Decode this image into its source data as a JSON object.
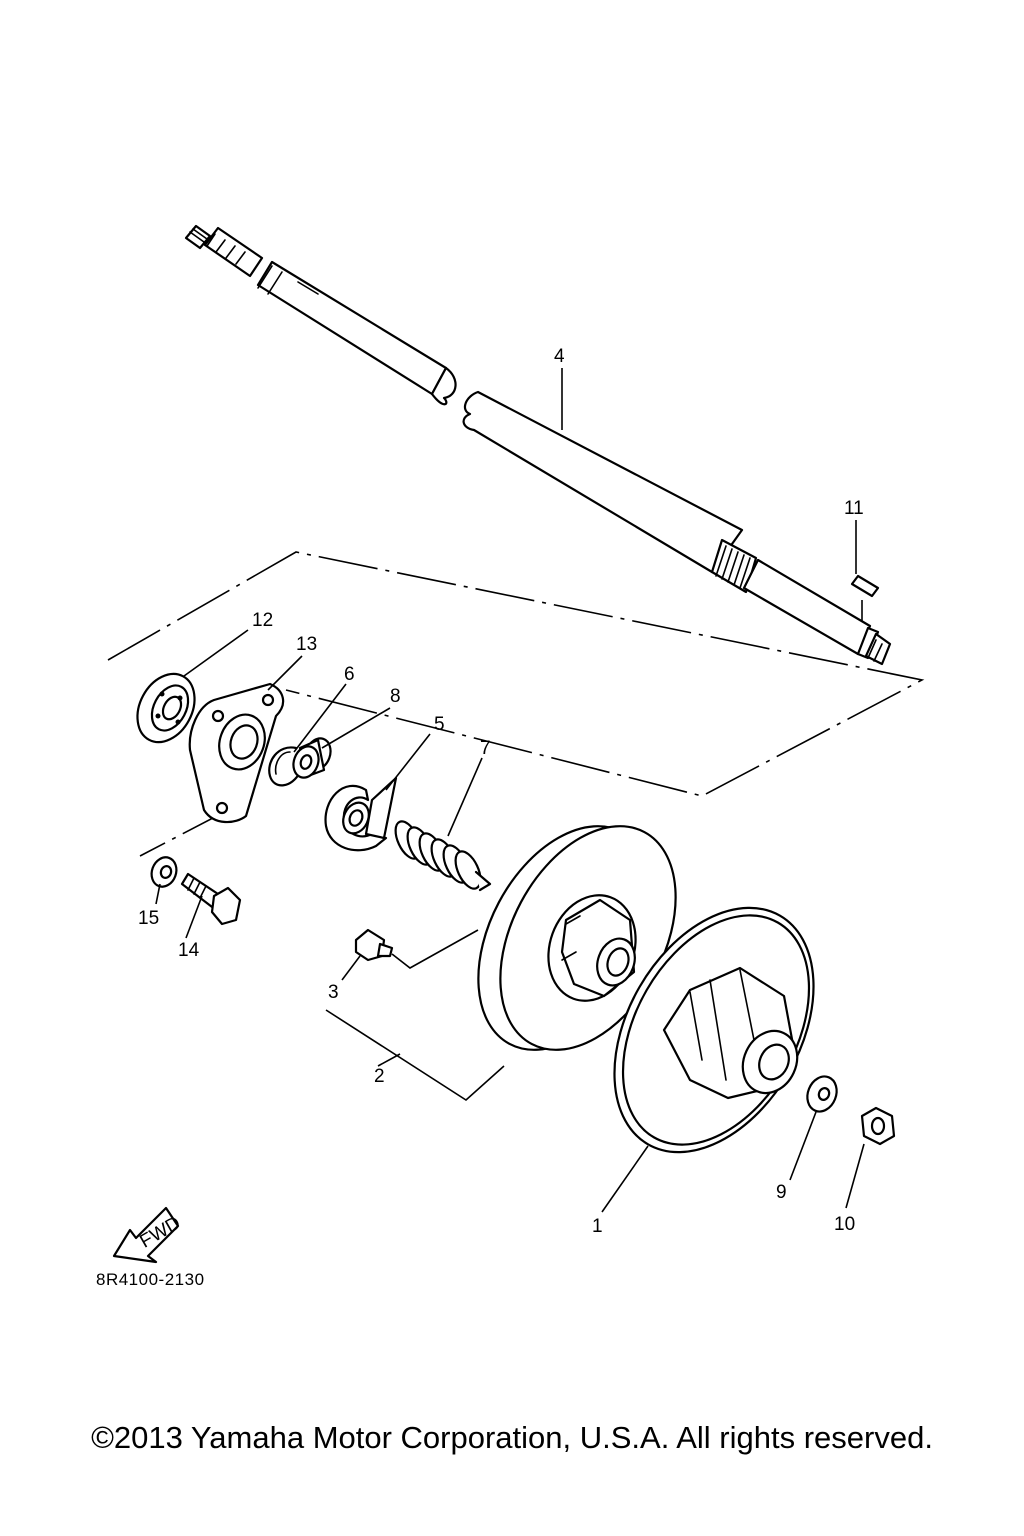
{
  "callouts": [
    {
      "id": "1",
      "label": "1"
    },
    {
      "id": "2",
      "label": "2"
    },
    {
      "id": "3",
      "label": "3"
    },
    {
      "id": "4",
      "label": "4"
    },
    {
      "id": "5",
      "label": "5"
    },
    {
      "id": "6",
      "label": "6"
    },
    {
      "id": "7",
      "label": "7"
    },
    {
      "id": "8",
      "label": "8"
    },
    {
      "id": "9",
      "label": "9"
    },
    {
      "id": "10",
      "label": "10"
    },
    {
      "id": "11",
      "label": "11"
    },
    {
      "id": "12",
      "label": "12"
    },
    {
      "id": "13",
      "label": "13"
    },
    {
      "id": "14",
      "label": "14"
    },
    {
      "id": "15",
      "label": "15"
    }
  ],
  "fwd_label": "FWD",
  "diagram_code": "8R4100-2130",
  "copyright": "©2013 Yamaha Motor Corporation, U.S.A. All rights reserved."
}
